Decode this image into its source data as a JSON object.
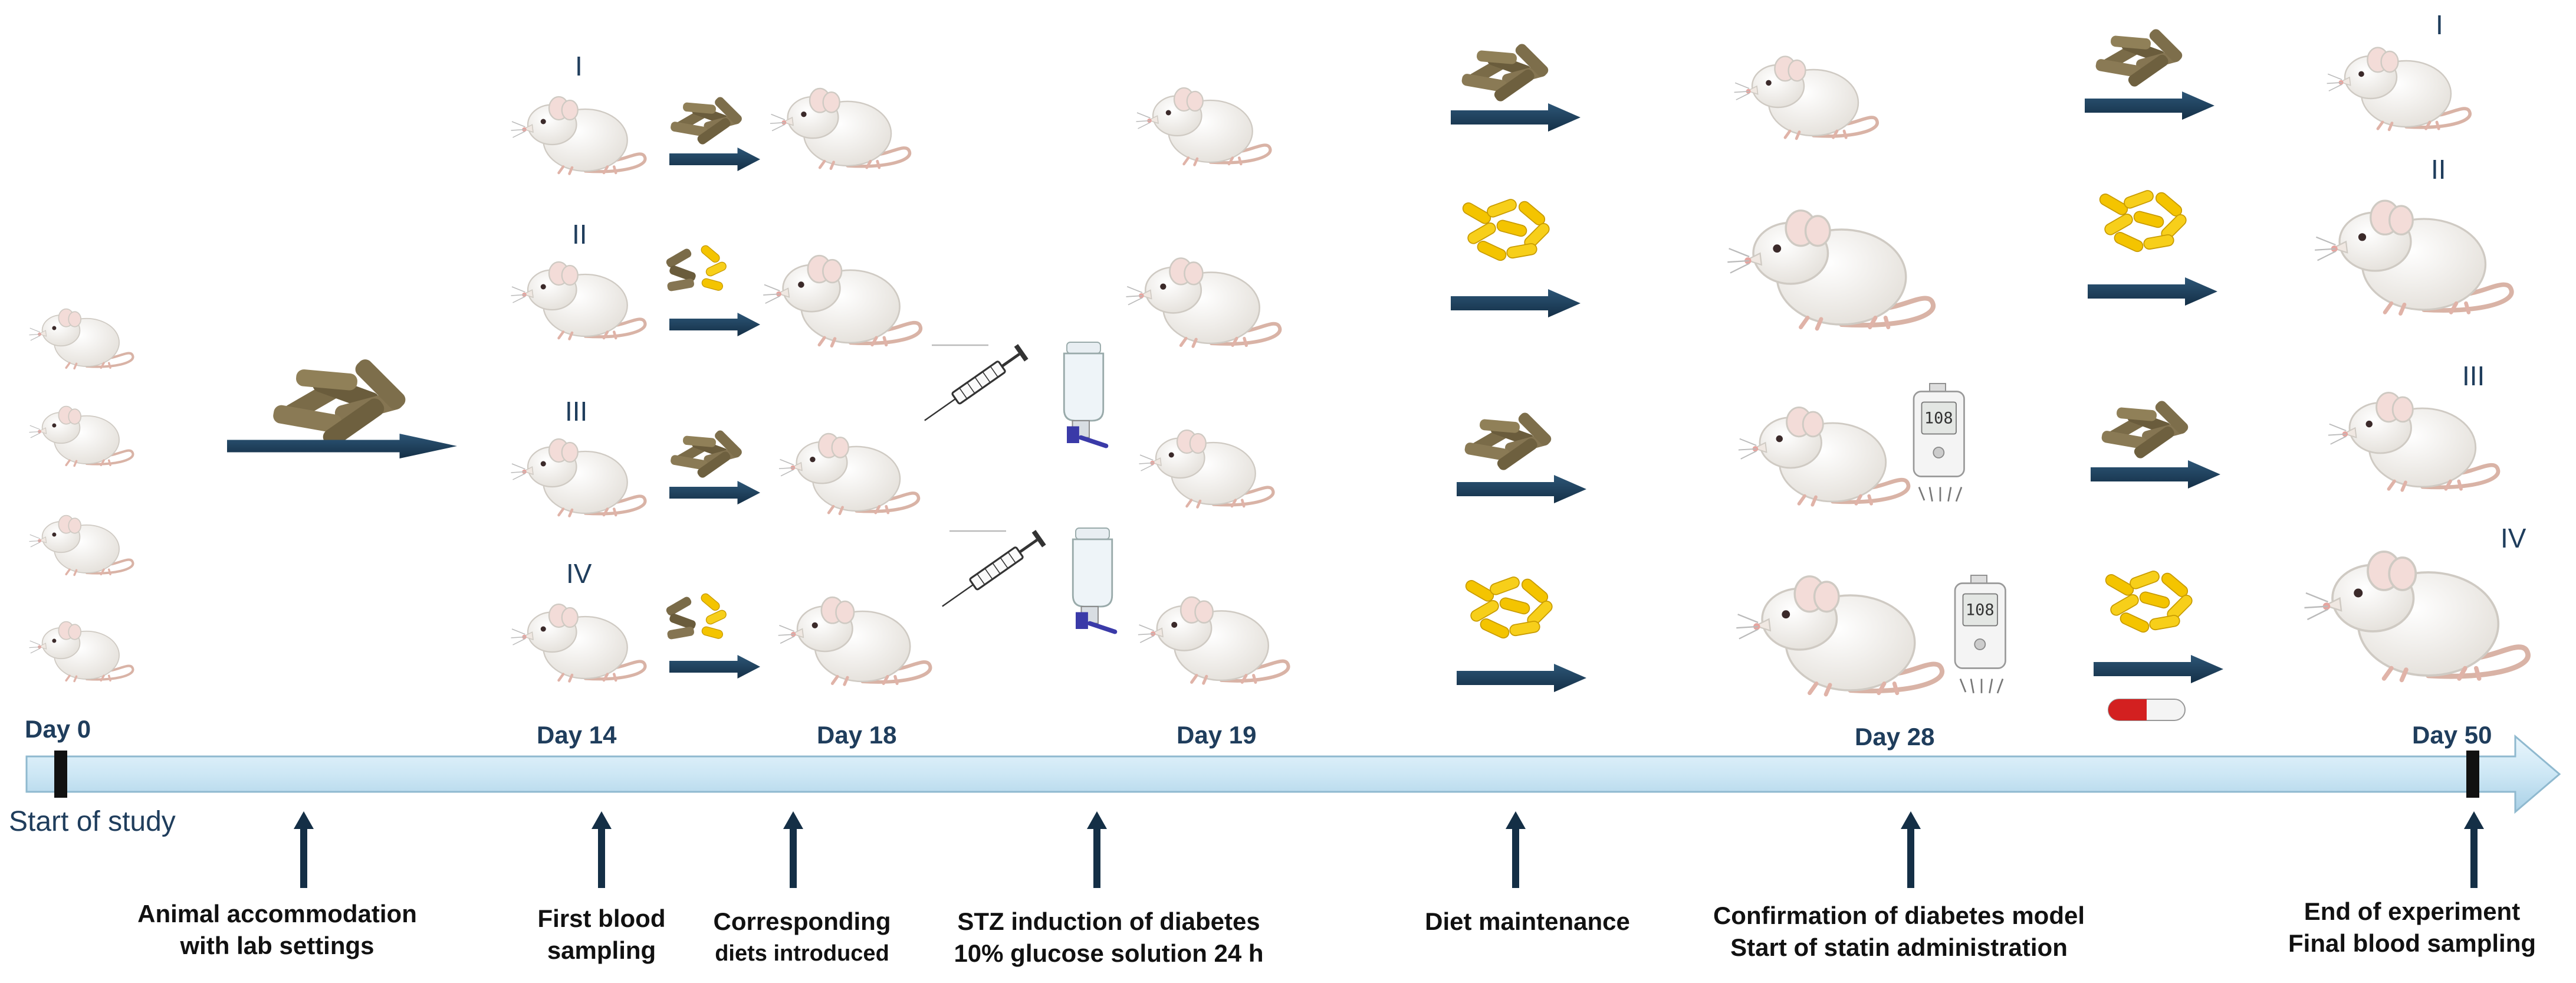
{
  "days": {
    "d0": "Day 0",
    "d14": "Day 14",
    "d18": "Day 18",
    "d19": "Day 19",
    "d28": "Day 28",
    "d50": "Day 50"
  },
  "start_label": "Start of study",
  "groups": {
    "g1": "I",
    "g2": "II",
    "g3": "III",
    "g4": "IV"
  },
  "captions": {
    "c1_line1": "Animal accommodation",
    "c1_line2": "with lab settings",
    "c2_line1": "First blood",
    "c2_line2": "sampling",
    "c3_line1": "Corresponding",
    "c3_line2": "diets introduced",
    "c4_line1": "STZ induction of diabetes",
    "c4_line2": "10% glucose solution 24 h",
    "c5_line1": "Diet maintenance",
    "c6_line1": "Confirmation of diabetes model",
    "c6_line2": "Start of statin administration",
    "c7_line1": "End of experiment",
    "c7_line2": "Final blood sampling"
  },
  "glucometer_reading": "108",
  "colors": {
    "timeline": "#cfe9f7",
    "timeline_edge": "#8fb9cf",
    "arrow": "#1b3e5a",
    "standard_chow": "#7a6b48",
    "hfd_pellet": "#f2c500",
    "marker": "#111111",
    "capsule_red": "#d32020"
  }
}
